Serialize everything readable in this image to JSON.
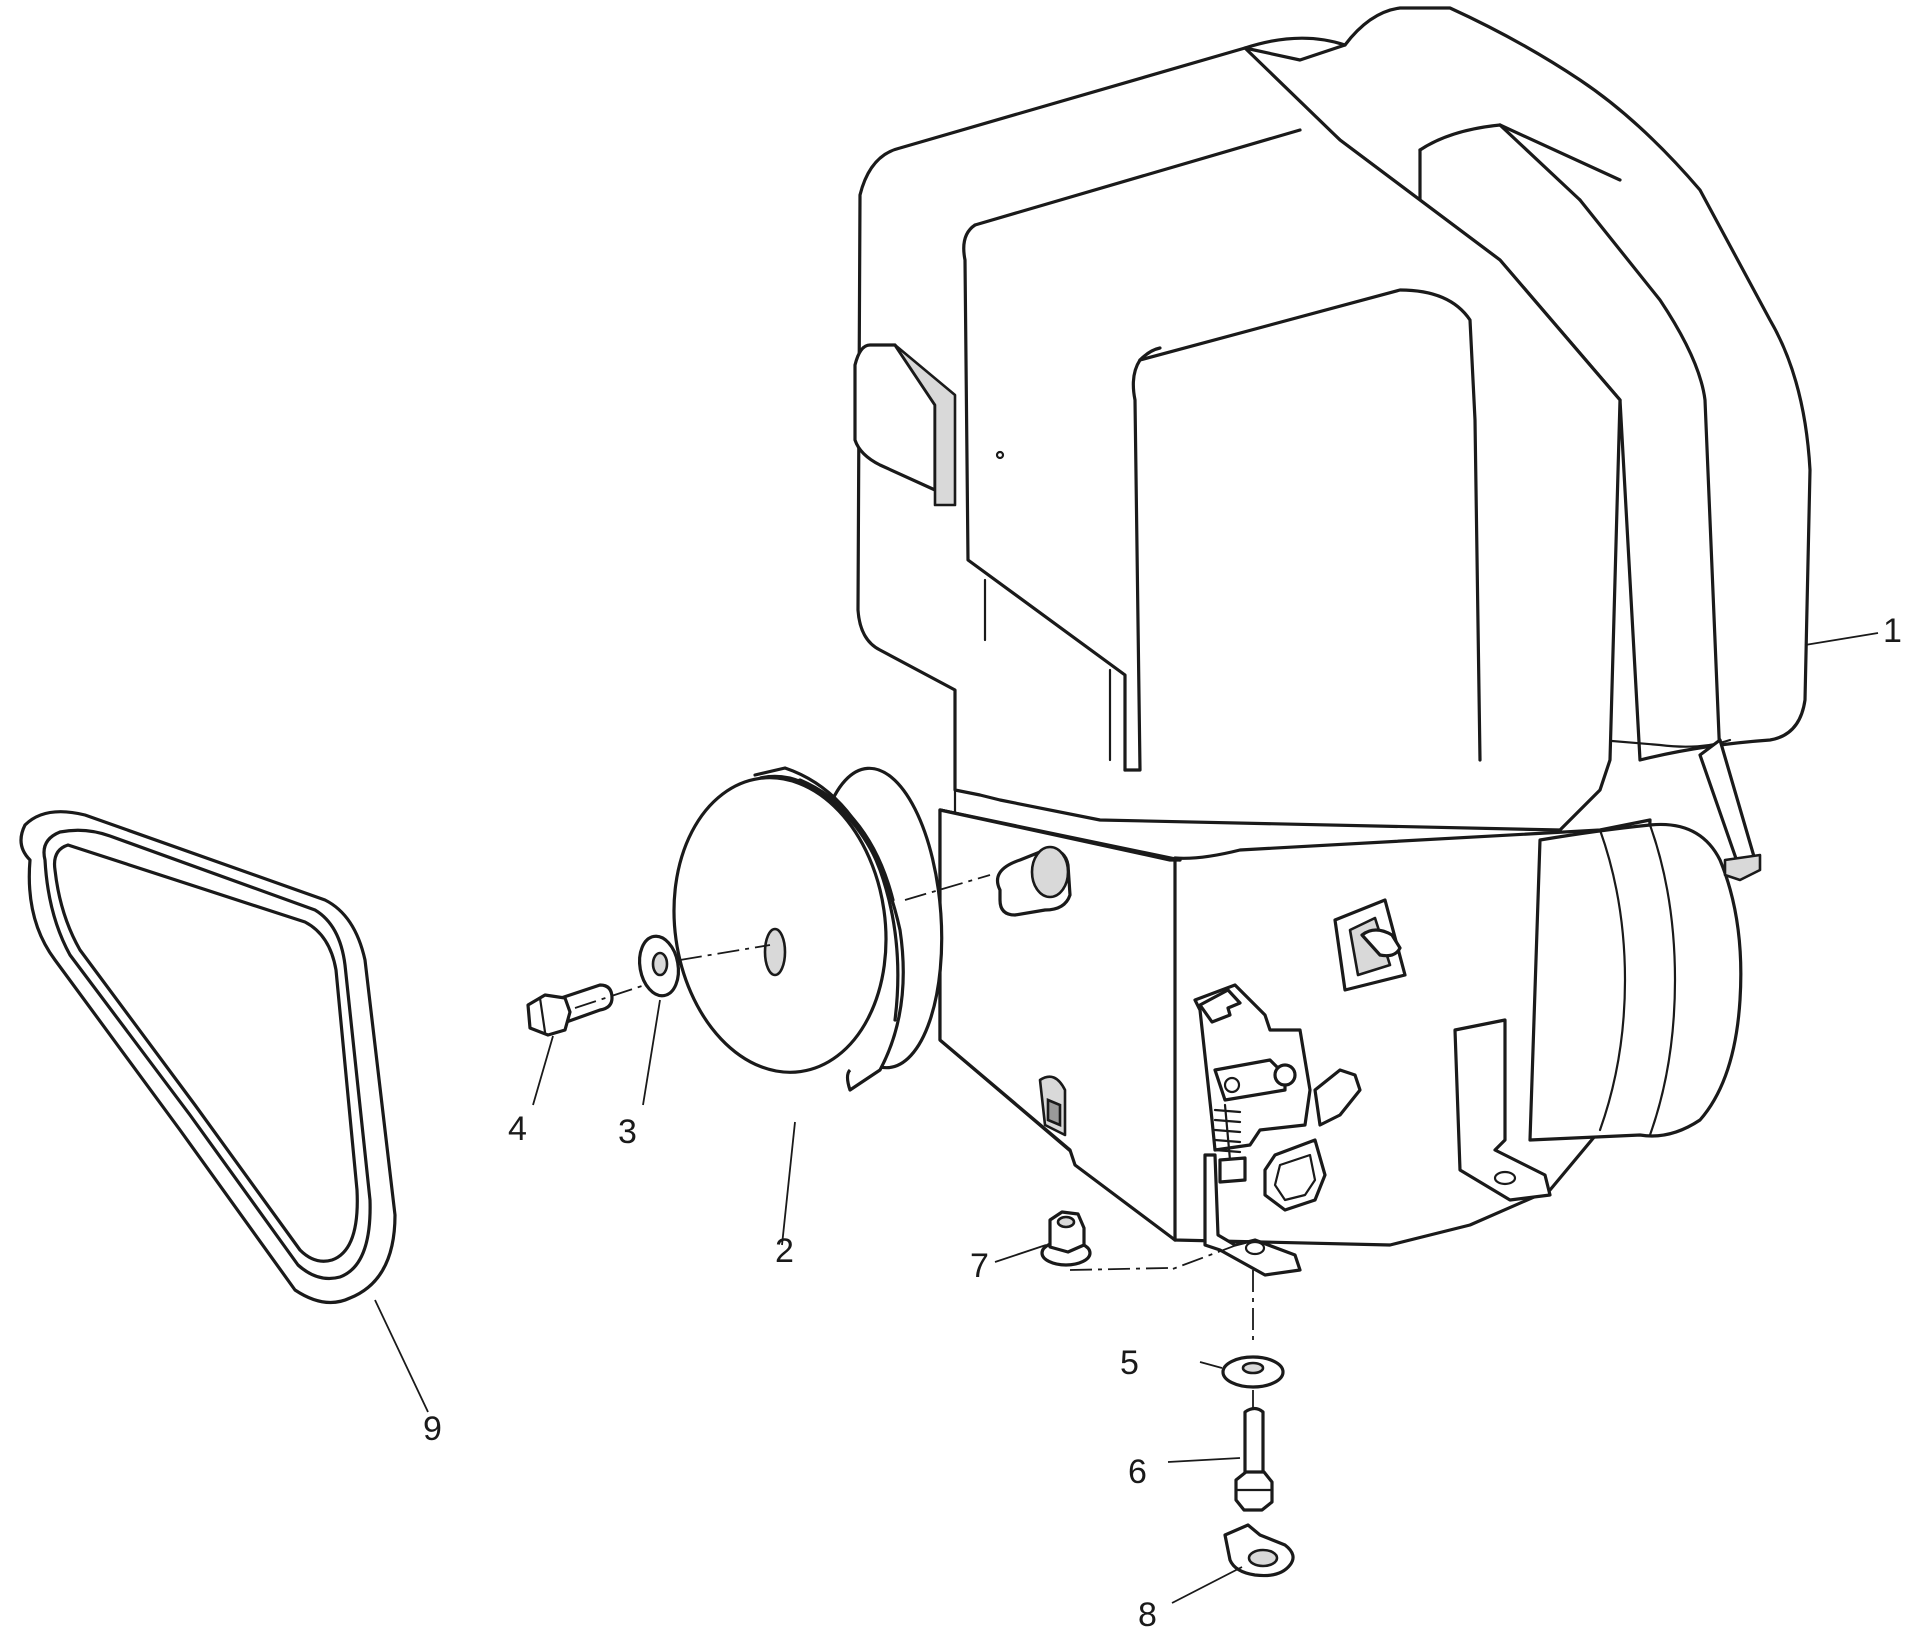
{
  "callouts": [
    {
      "id": "1",
      "label": "1"
    },
    {
      "id": "2",
      "label": "2"
    },
    {
      "id": "3",
      "label": "3"
    },
    {
      "id": "4",
      "label": "4"
    },
    {
      "id": "5",
      "label": "5"
    },
    {
      "id": "6",
      "label": "6"
    },
    {
      "id": "7",
      "label": "7"
    },
    {
      "id": "8",
      "label": "8"
    },
    {
      "id": "9",
      "label": "9"
    }
  ],
  "colors": {
    "line": "#1a1a1a",
    "background": "#ffffff",
    "shade": "#d9d9d9"
  }
}
